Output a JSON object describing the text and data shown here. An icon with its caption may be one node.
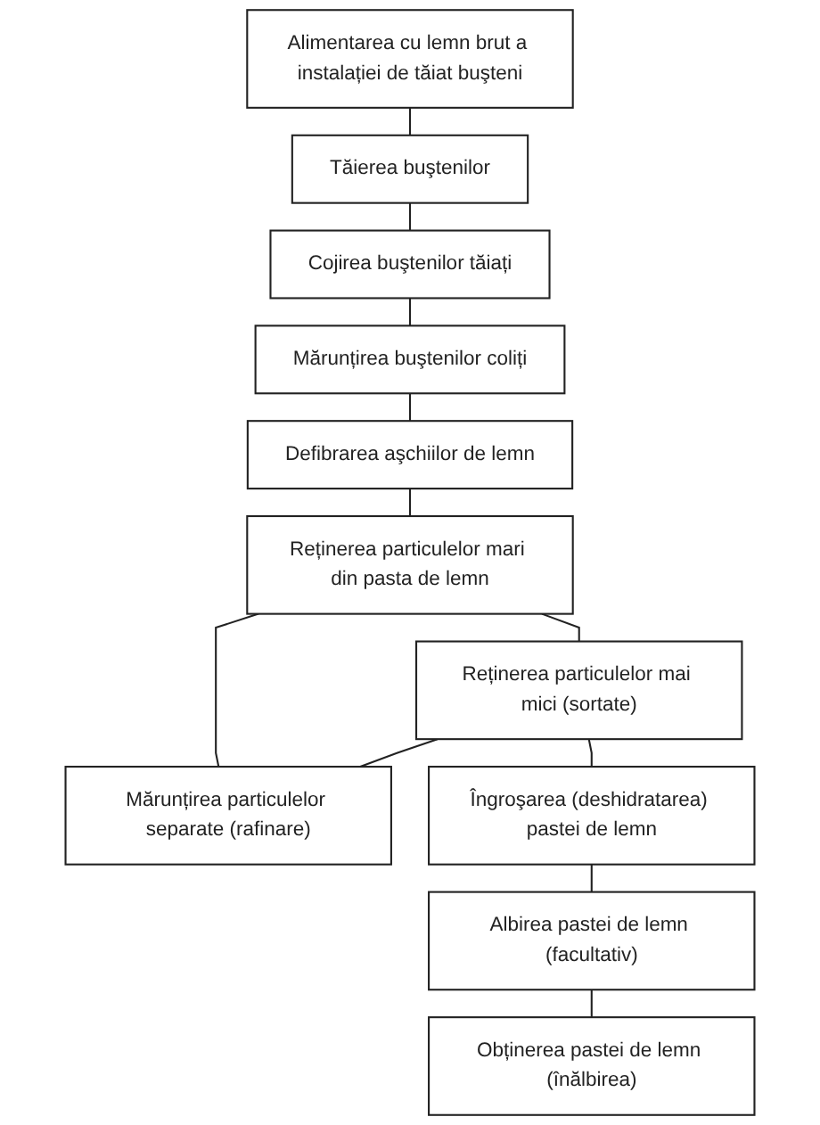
{
  "diagram": {
    "nodes": [
      {
        "text": [
          "Alimentarea cu lemn brut a instalației de tăiat buşteni"
        ]
      },
      {
        "text": [
          "Tăierea buştenilor"
        ]
      },
      {
        "text": [
          "Cojirea buştenilor tăiați"
        ]
      },
      {
        "text": [
          "Mărunțirea buştenilor coliți"
        ]
      },
      {
        "text": [
          "Defibrarea aşchiilor de lemn"
        ]
      },
      {
        "text": [
          "Reținerea particulelor mari din pasta de lemn"
        ]
      },
      {
        "text": [
          "Reținerea particulelor mai mici (sortate)"
        ]
      },
      {
        "text": [
          "Mărunțirea particulelor separate (rafinare)"
        ]
      },
      {
        "text": [
          "Îngroşarea (deshidratarea) pastei de lemn"
        ]
      },
      {
        "text": [
          "Albirea pastei de lemn (facultativ)"
        ]
      },
      {
        "text": [
          "Obținerea pastei de lemn (înălbirea)"
        ]
      }
    ],
    "edges": [
      {
        "from": 0,
        "to": 1,
        "arrow": "none"
      },
      {
        "from": 1,
        "to": 2,
        "arrow": "none"
      },
      {
        "from": 2,
        "to": 3,
        "arrow": "none"
      },
      {
        "from": 3,
        "to": 4,
        "arrow": "none"
      },
      {
        "from": 4,
        "to": 5,
        "arrow": "none"
      },
      {
        "from": 5,
        "to": 6,
        "arrow": "none"
      },
      {
        "from": 5,
        "to": 7,
        "arrow": "none"
      },
      {
        "from": 6,
        "to": 7,
        "arrow": "none"
      },
      {
        "from": 6,
        "to": 8,
        "arrow": "none"
      },
      {
        "from": 8,
        "to": 9,
        "arrow": "none"
      },
      {
        "from": 9,
        "to": 10,
        "arrow": "none"
      }
    ]
  }
}
